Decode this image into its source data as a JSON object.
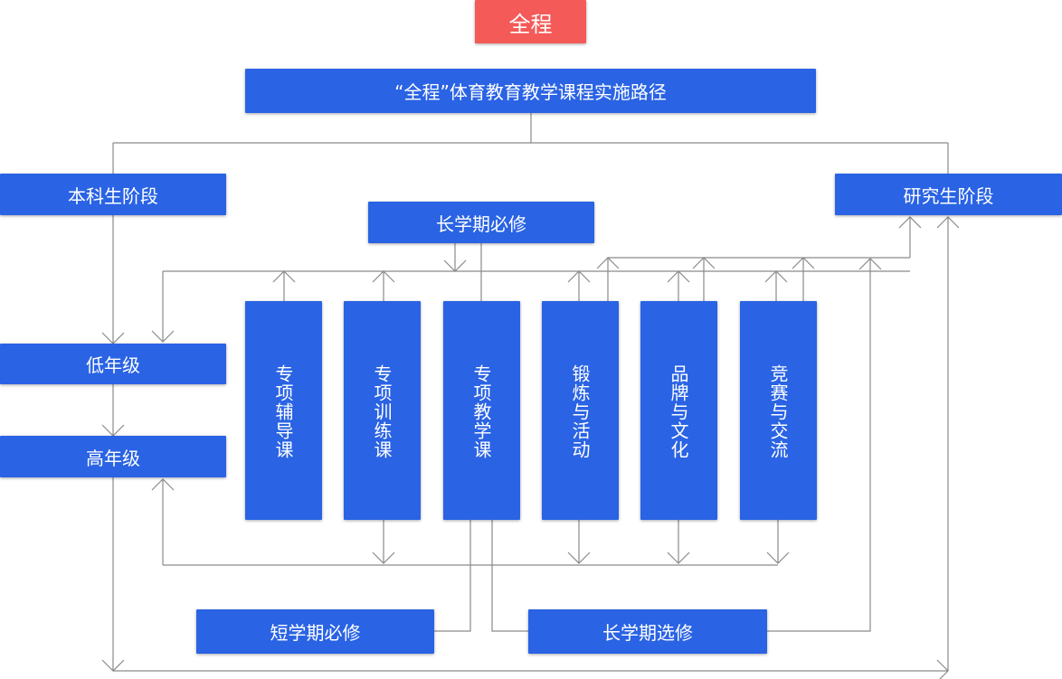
{
  "top": {
    "label": "全程"
  },
  "main": {
    "label": "“全程”体育教育教学课程实施路径"
  },
  "stages": {
    "undergrad": "本科生阶段",
    "grad": "研究生阶段",
    "low": "低年级",
    "high": "高年级"
  },
  "terms": {
    "long_required": "长学期必修",
    "short_required": "短学期必修",
    "long_elective": "长学期选修"
  },
  "courses": [
    "专项辅导课",
    "专项训练课",
    "专项教学课",
    "锻炼与活动",
    "品牌与文化",
    "竞赛与交流"
  ],
  "colors": {
    "box": "#2a63e4",
    "top": "#f35a58",
    "line": "#8a8a8a"
  }
}
